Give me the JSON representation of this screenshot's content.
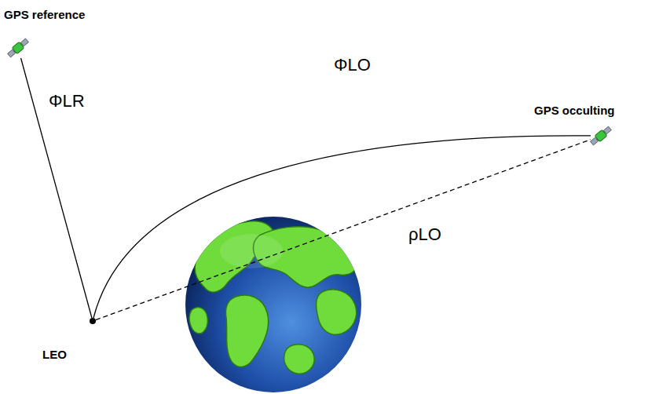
{
  "diagram": {
    "nodes": [
      {
        "text": [
          "GPS reference"
        ]
      },
      {
        "text": [
          "GPS occulting"
        ]
      },
      {
        "text": [
          "LEO"
        ]
      }
    ],
    "edges": [
      {
        "from": 2,
        "to": 0,
        "arrow": "none",
        "label": "ΦLR"
      },
      {
        "from": 2,
        "to": 1,
        "arrow": "none",
        "label": "ΦLO"
      },
      {
        "from": 2,
        "to": 1,
        "arrow": "none",
        "label": "ρLO"
      }
    ]
  }
}
